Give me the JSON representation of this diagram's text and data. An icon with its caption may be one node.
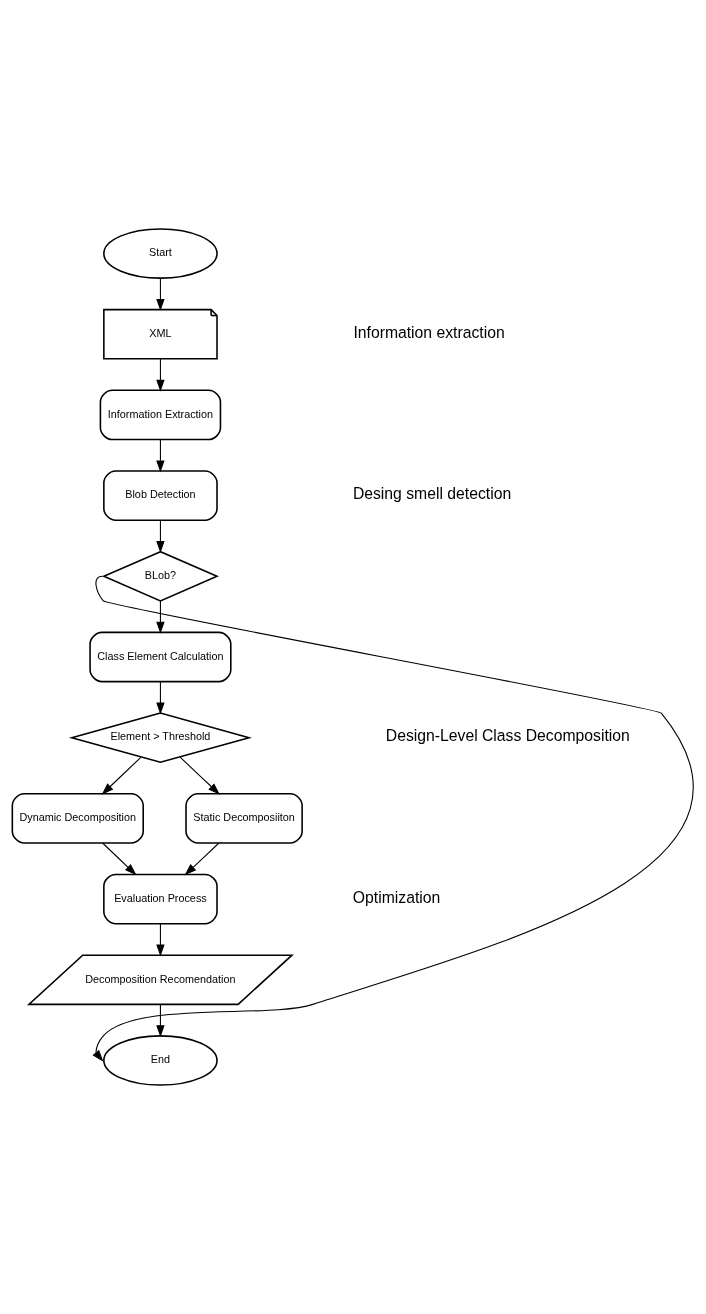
{
  "diagram": {
    "nodes": [
      {
        "text": [
          "Start"
        ]
      },
      {
        "text": [
          "XML"
        ]
      },
      {
        "text": [
          "Information Extraction"
        ]
      },
      {
        "text": [
          "Blob Detection"
        ]
      },
      {
        "text": [
          "BLob?"
        ]
      },
      {
        "text": [
          "Class Element Calculation"
        ]
      },
      {
        "text": [
          "Element > Threshold"
        ]
      },
      {
        "text": [
          "Dynamic Decomposition"
        ]
      },
      {
        "text": [
          "Static Decomposiiton"
        ]
      },
      {
        "text": [
          "Evaluation Process"
        ]
      },
      {
        "text": [
          "Decomposition Recomendation"
        ]
      },
      {
        "text": [
          "End"
        ]
      }
    ],
    "edges": [
      {
        "from": 0,
        "to": 1,
        "arrow": "to"
      },
      {
        "from": 1,
        "to": 2,
        "arrow": "to"
      },
      {
        "from": 2,
        "to": 3,
        "arrow": "to"
      },
      {
        "from": 3,
        "to": 4,
        "arrow": "to"
      },
      {
        "from": 4,
        "to": 5,
        "arrow": "to"
      },
      {
        "from": 4,
        "to": 11,
        "arrow": "to"
      },
      {
        "from": 5,
        "to": 6,
        "arrow": "to"
      },
      {
        "from": 6,
        "to": 7,
        "arrow": "to"
      },
      {
        "from": 6,
        "to": 8,
        "arrow": "to"
      },
      {
        "from": 7,
        "to": 9,
        "arrow": "to"
      },
      {
        "from": 8,
        "to": 9,
        "arrow": "to"
      },
      {
        "from": 9,
        "to": 10,
        "arrow": "to"
      },
      {
        "from": 10,
        "to": 11,
        "arrow": "to"
      }
    ],
    "labels": [
      "Information extraction",
      "Desing smell detection",
      "Design-Level Class Decomposition",
      "Optimization"
    ]
  }
}
